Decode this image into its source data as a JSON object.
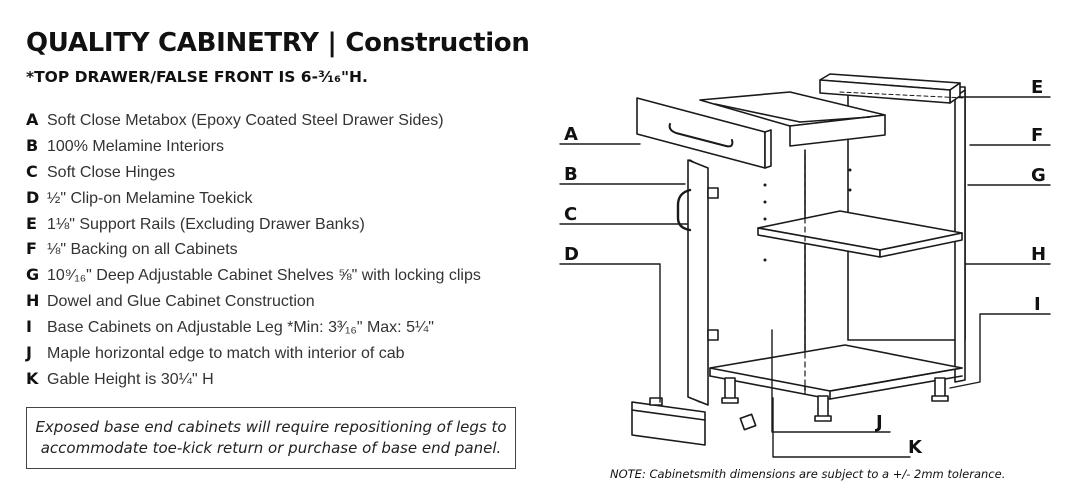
{
  "header": {
    "title": "QUALITY CABINETRY | Construction",
    "subtitle": "*TOP DRAWER/FALSE FRONT IS 6-³⁄₁₆\"H."
  },
  "specs": [
    {
      "letter": "A",
      "text": "Soft Close Metabox (Epoxy Coated Steel Drawer Sides)"
    },
    {
      "letter": "B",
      "text": "100%  Melamine Interiors"
    },
    {
      "letter": "C",
      "text": "Soft Close Hinges"
    },
    {
      "letter": "D",
      "text": "½\" Clip-on Melamine Toekick"
    },
    {
      "letter": "E",
      "text": "1⅛\" Support Rails (Excluding Drawer Banks)"
    },
    {
      "letter": "F",
      "text": "⅛\" Backing on all Cabinets"
    },
    {
      "letter": "G",
      "text": "10⁹⁄₁₆\" Deep Adjustable Cabinet Shelves ⅝\" with locking clips"
    },
    {
      "letter": "H",
      "text": "Dowel and Glue Cabinet Construction"
    },
    {
      "letter": "I",
      "text": "Base Cabinets on Adjustable Leg *Min: 3³⁄₁₆\" Max: 5¼\""
    },
    {
      "letter": "J",
      "text": "Maple horizontal edge to match with interior of cab"
    },
    {
      "letter": "K",
      "text": "Gable Height is 30¼\" H"
    }
  ],
  "notice": "Exposed base end cabinets will require repositioning of legs to accommodate toe-kick return or purchase of base end panel.",
  "diagram": {
    "callouts": {
      "A": "A",
      "B": "B",
      "C": "C",
      "D": "D",
      "E": "E",
      "F": "F",
      "G": "G",
      "H": "H",
      "I": "I",
      "J": "J",
      "K": "K"
    }
  },
  "tolerance_note": "NOTE: Cabinetsmith dimensions are subject to a +/- 2mm tolerance."
}
